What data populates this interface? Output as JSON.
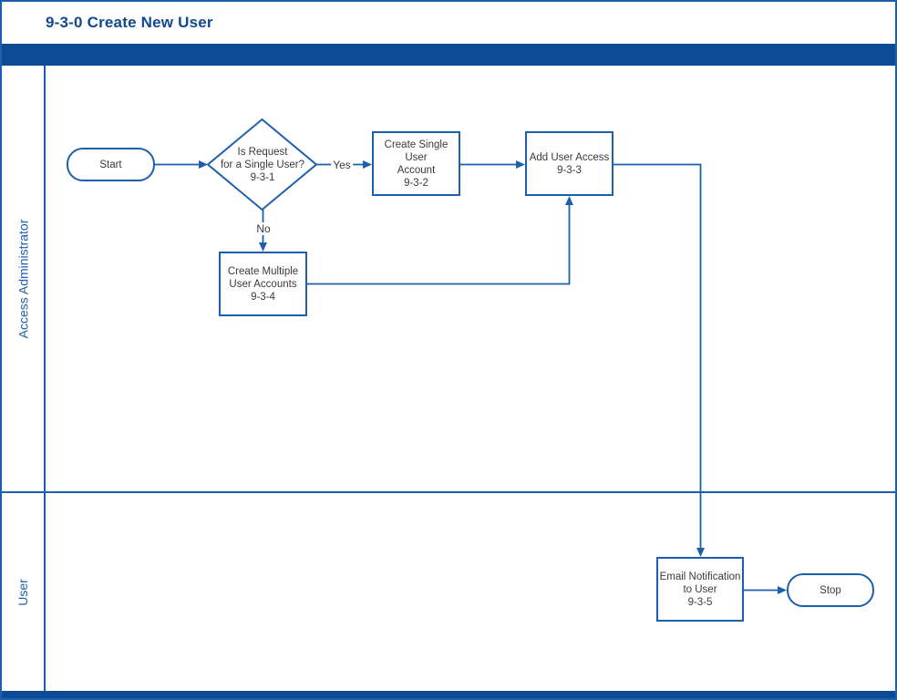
{
  "title": "9-3-0 Create New User",
  "colors": {
    "bar": "#0c4a93",
    "line": "#1d5fae",
    "title_text": "#10498f",
    "node_text": "#3a3a3a"
  },
  "lanes": [
    {
      "label": "Access Administrator"
    },
    {
      "label": "User"
    }
  ],
  "nodes": {
    "start": {
      "label": "Start"
    },
    "decision_9_3_1": {
      "line1": "Is Request",
      "line2": "for a Single User?",
      "line3": "9-3-1"
    },
    "process_9_3_2": {
      "line1": "Create Single User",
      "line2": "Account",
      "line3": "9-3-2"
    },
    "process_9_3_3": {
      "line1": "Add User Access",
      "line2": "9-3-3"
    },
    "process_9_3_4": {
      "line1": "Create Multiple",
      "line2": "User Accounts",
      "line3": "9-3-4"
    },
    "process_9_3_5": {
      "line1": "Email Notification",
      "line2": "to User",
      "line3": "9-3-5"
    },
    "stop": {
      "label": "Stop"
    }
  },
  "edge_labels": {
    "yes": "Yes",
    "no": "No"
  }
}
